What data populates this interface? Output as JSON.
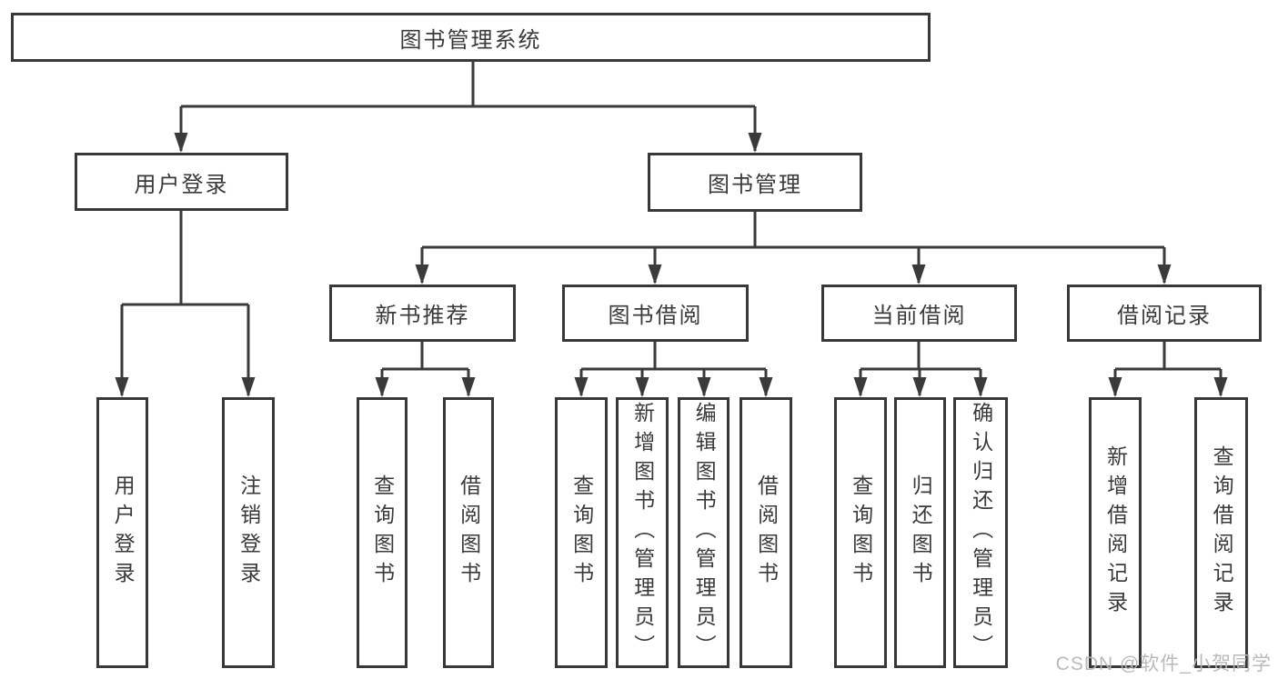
{
  "title": "图书管理系统",
  "watermark": "CSDN @软件_小贺同学",
  "colors": {
    "line": "#3a3a3a",
    "text": "#3a3a3a",
    "box_background": "#ffffff",
    "watermark": "#b6b6b6"
  },
  "nodes": {
    "root": "图书管理系统",
    "user_login": "用户登录",
    "book_mgmt": "图书管理",
    "new_books": "新书推荐",
    "borrowing": "图书借阅",
    "current": "当前借阅",
    "records": "借阅记录"
  },
  "leaves": {
    "user_login": [
      "用户登录",
      "注销登录"
    ],
    "new_books": [
      "查询图书",
      "借阅图书"
    ],
    "borrowing": [
      "查询图书",
      "新增图书（管理员）",
      "编辑图书（管理员）",
      "借阅图书"
    ],
    "current": [
      "查询图书",
      "归还图书",
      "确认归还（管理员）"
    ],
    "records": [
      "新增借阅记录",
      "查询借阅记录"
    ]
  }
}
